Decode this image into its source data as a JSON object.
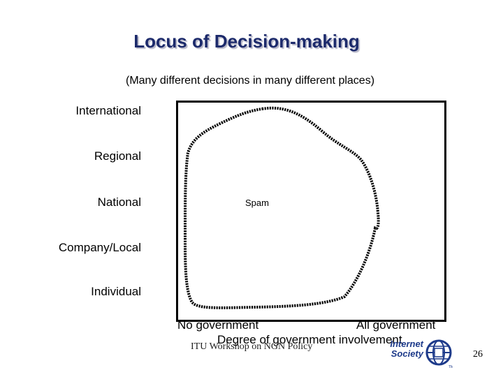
{
  "slide": {
    "title": "Locus of Decision-making",
    "subtitle": "(Many different decisions in many different places)",
    "y_levels": [
      "International",
      "Regional",
      "National",
      "Company/Local",
      "Individual"
    ],
    "x_left_label": "No government",
    "x_right_label": "All government",
    "x_axis_title": "Degree of government involvement",
    "region_label": "Spam",
    "footer": "ITU Workshop on NGN Policy",
    "logo_text_line1": "Internet",
    "logo_text_line2": "Society",
    "page_number": "26"
  },
  "colors": {
    "title": "#1c2a6b",
    "logo": "#1d3a8a",
    "outline": "#000000"
  }
}
